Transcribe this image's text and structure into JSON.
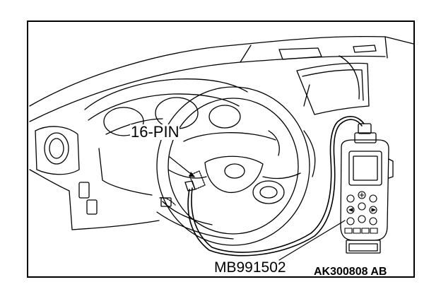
{
  "figure": {
    "connector_label": "16-PIN",
    "tool_label": "MB991502",
    "figure_id": "AK300808 AB"
  },
  "colors": {
    "line": "#000000",
    "background": "#ffffff"
  }
}
